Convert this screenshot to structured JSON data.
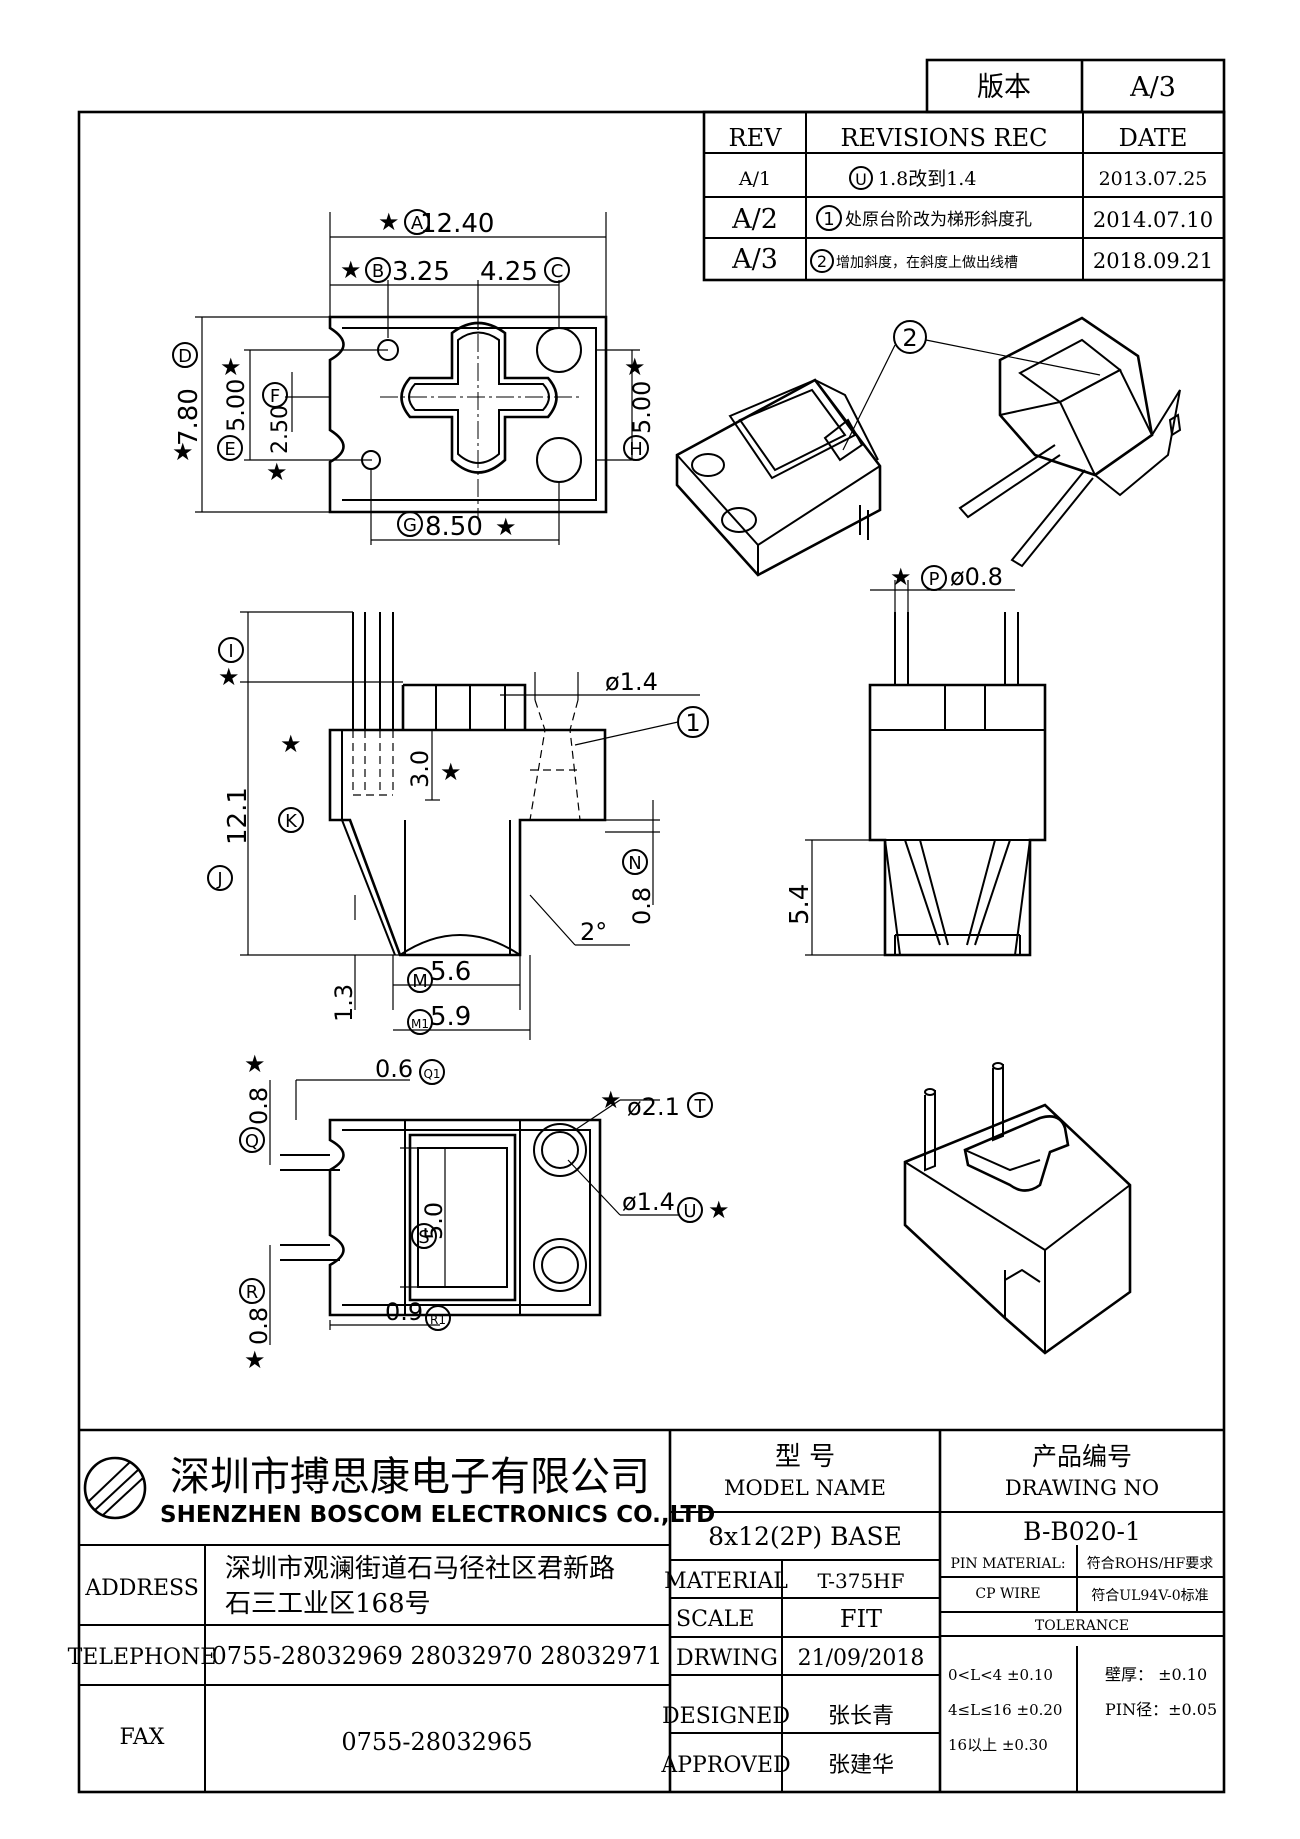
{
  "version_box": {
    "label": "版本",
    "value": "A/3"
  },
  "revisions": {
    "headers": [
      "REV",
      "REVISIONS REC",
      "DATE"
    ],
    "rows": [
      {
        "rev": "A/1",
        "mark": "U",
        "text": "1.8改到1.4",
        "date": "2013.07.25"
      },
      {
        "rev": "A/2",
        "mark": "1",
        "text": "处原台阶改为梯形斜度孔",
        "date": "2014.07.10"
      },
      {
        "rev": "A/3",
        "mark": "2",
        "text": "增加斜度，在斜度上做出线槽",
        "date": "2018.09.21"
      }
    ]
  },
  "dimensions": {
    "top": {
      "a": "12.40",
      "b": "3.25",
      "c": "4.25",
      "d": "7.80",
      "e": "5.00",
      "f": "2.50",
      "g": "8.50",
      "h": "5.00"
    },
    "front": {
      "i": "",
      "j": "12.1",
      "k": "3.0",
      "hole": "ø1.4",
      "n": "0.8",
      "angle": "2°",
      "m": "5.6",
      "m1": "5.9",
      "base": "1.3"
    },
    "side": {
      "p": "ø0.8",
      "height": "5.4"
    },
    "bottom": {
      "q": "0.8",
      "q1": "0.6",
      "t": "ø2.1",
      "u": "ø1.4",
      "s": "5.0",
      "r": "0.8",
      "r1": "0.9"
    }
  },
  "callouts": [
    "A",
    "B",
    "C",
    "D",
    "E",
    "F",
    "G",
    "H",
    "I",
    "J",
    "K",
    "M",
    "M1",
    "N",
    "P",
    "Q",
    "Q1",
    "R",
    "R1",
    "S",
    "T",
    "U"
  ],
  "balloons": {
    "one": "1",
    "two": "2"
  },
  "title_block": {
    "company_cn": "深圳市搏思康电子有限公司",
    "company_en": "SHENZHEN BOSCOM ELECTRONICS CO.,LTD",
    "model_label_cn": "型      号",
    "model_label_en": "MODEL NAME",
    "model_value": "8x12(2P) BASE",
    "drawing_label_cn": "产品编号",
    "drawing_label_en": "DRAWING NO",
    "drawing_value": "B-B020-1",
    "address_label": "ADDRESS",
    "address_line1": "深圳市观澜街道石马径社区君新路",
    "address_line2": "石三工业区168号",
    "telephone_label": "TELEPHONE",
    "telephone": "0755-28032969 28032970 28032971",
    "fax_label": "FAX",
    "fax": "0755-28032965",
    "material_label": "MATERIAL",
    "material": "T-375HF",
    "scale_label": "SCALE",
    "scale": "FIT",
    "drawing_date_label": "DRWING",
    "drawing_date": "21/09/2018",
    "designed_label": "DESIGNED",
    "designed": "张长青",
    "approved_label": "APPROVED",
    "approved": "张建华",
    "pin_material_label": "PIN MATERIAL:",
    "pin_material": "CP WIRE",
    "rohs": "符合ROHS/HF要求",
    "ul": "符合UL94V-0标准",
    "tolerance_label": "TOLERANCE",
    "tol1": "0<L<4    ±0.10",
    "tol2": "4≤L≤16  ±0.20",
    "tol3": "16以上      ±0.30",
    "wall": "壁厚：  ±0.10",
    "pin_dia": "PIN径：±0.05"
  }
}
